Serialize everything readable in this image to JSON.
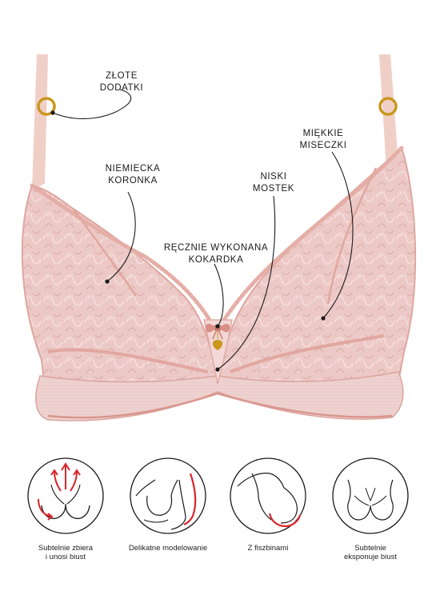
{
  "callouts": {
    "gold_accessories": [
      "ZŁOTE",
      "DODATKI"
    ],
    "german_lace": [
      "NIEMIECKA",
      "KORONKA"
    ],
    "soft_cups": [
      "MIĘKKIE",
      "MISECZKI"
    ],
    "low_gore": [
      "NISKI",
      "MOSTEK"
    ],
    "handmade_bow": [
      "RĘCZNIE WYKONANA",
      "KOKARDKA"
    ]
  },
  "features": [
    {
      "lines": [
        "Subtelnie zbiera",
        "i unosi biust"
      ],
      "icon": "gather-lift-icon"
    },
    {
      "lines": [
        "Delikatne modelowanie"
      ],
      "icon": "gentle-shaping-icon"
    },
    {
      "lines": [
        "Z fiszbinami"
      ],
      "icon": "underwire-icon"
    },
    {
      "lines": [
        "Subtelnie",
        "eksponuje biust"
      ],
      "icon": "subtle-expose-icon"
    }
  ],
  "colors": {
    "lace": "#ecc7c5",
    "lace_dark": "#dca29d",
    "trim": "#e3aaa1",
    "gold": "#c9971e",
    "accent_red": "#d8262c"
  }
}
